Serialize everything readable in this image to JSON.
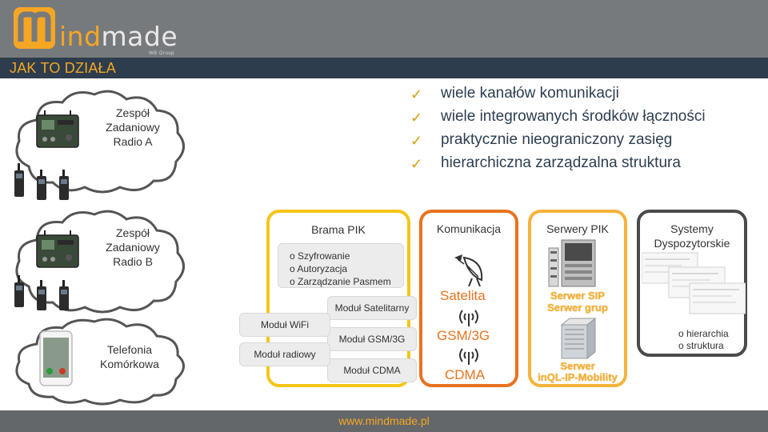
{
  "header": {
    "logo_text_part1": "m",
    "logo_text_part2": "ind",
    "logo_text_part3": "made",
    "logo_subtitle": "WB Group",
    "brand_color": "#f5a623"
  },
  "title": "JAK TO DZIAŁA",
  "footer": {
    "url": "www.mindmade.pl"
  },
  "clouds": {
    "team_a": {
      "line1": "Zespół",
      "line2": "Zadaniowy",
      "line3": "Radio A"
    },
    "team_b": {
      "line1": "Zespół",
      "line2": "Zadaniowy",
      "line3": "Radio B"
    },
    "phone": {
      "line1": "Telefonia",
      "line2": "Komórkowa"
    }
  },
  "checklist": [
    "wiele kanałów komunikacji",
    "wiele integrowanych środków łączności",
    "praktycznie nieograniczony zasięg",
    "hierarchiczna zarządzalna struktura"
  ],
  "gateway": {
    "title": "Brama PIK",
    "features": [
      "o Szyfrowanie",
      "o Autoryzacja",
      "o Zarządzanie Pasmem"
    ],
    "modules_left": [
      "Moduł WiFi",
      "Moduł radiowy"
    ],
    "modules_right": [
      "Moduł Satelitarny",
      "Moduł GSM/3G",
      "Moduł CDMA"
    ]
  },
  "communication": {
    "title": "Komunikacja",
    "satellite": "Satelita",
    "gsm": "GSM/3G",
    "cdma": "CDMA"
  },
  "servers": {
    "title": "Serwery PIK",
    "sip_line1": "Serwer SIP",
    "sip_line2": "Serwer grup",
    "mobility_line1": "Serwer",
    "mobility_line2": "inQL-IP-Mobility"
  },
  "dispatch": {
    "title_line1": "Systemy",
    "title_line2": "Dyspozytorskie",
    "items": [
      "o  hierarchia",
      "o  struktura"
    ]
  },
  "colors": {
    "gateway_border": "#f5c518",
    "communication_border": "#e8731e",
    "servers_border": "#f5b33a",
    "dispatch_border": "#4a4a4a",
    "title_bar": "#2d3d4d",
    "header_bar": "#777a7d"
  },
  "icons": {
    "check": "check-icon",
    "radio_device": "radio-gateway-icon",
    "handheld": "handheld-radio-icon",
    "phone": "smartphone-icon",
    "satellite": "satellite-dish-icon",
    "antenna": "antenna-icon",
    "server": "server-icon",
    "screen": "dispatch-screen-icon"
  }
}
